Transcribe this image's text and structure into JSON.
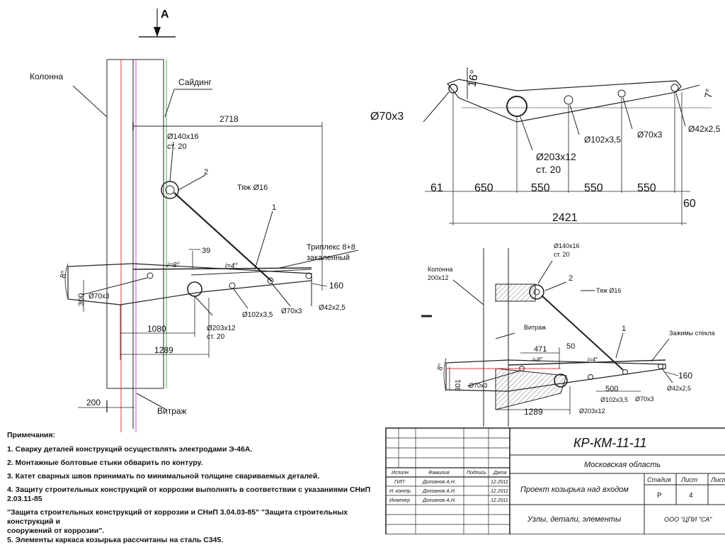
{
  "view_marker": "А",
  "left_view": {
    "column": "Колонна",
    "siding": "Сайдинг",
    "stained_glass": "Витраж",
    "overall": "2718",
    "pipe_top": "Ø140x16",
    "pipe_top_steel": "ст. 20",
    "pos2": "2",
    "rod": "Тяж Ø16",
    "pos1": "1",
    "glass": "Триплекс 8+8",
    "glass2": "закаленный",
    "slope1": "i=8°",
    "slope2": "i=4°",
    "d39": "39",
    "angle8": "8°",
    "d160": "160",
    "d300": "300",
    "p70": "Ø70x3",
    "p102": "Ø102x3,5",
    "p70b": "Ø70x3",
    "p42": "Ø42x2,5",
    "p203": "Ø203x12",
    "p203_steel": "ст. 20",
    "d1080": "1080",
    "d1289": "1289",
    "d200": "200"
  },
  "top_view": {
    "p70": "Ø70x3",
    "angle16": "16°",
    "angle7": "7°",
    "p42": "Ø42x2,5",
    "p102": "Ø102x3,5",
    "p70b": "Ø70x3",
    "p203": "Ø203x12",
    "p203_steel": "ст. 20",
    "d61": "61",
    "d650": "650",
    "d550a": "550",
    "d550b": "550",
    "d550c": "550",
    "d60": "60",
    "total": "2421"
  },
  "view_a": {
    "column": "Колонна",
    "column_size": "200x12",
    "pipe_top": "Ø140x16",
    "pipe_top_steel": "ст. 20",
    "pos2": "2",
    "rod": "Тяж Ø16",
    "stained_glass": "Витраж",
    "pos1": "1",
    "clamps": "Зажимы стекла",
    "d471": "471",
    "d50": "50",
    "slope1": "i=8°",
    "slope2": "i=4°",
    "angle8": "8°",
    "d160": "160",
    "d301": "301",
    "p70": "Ø70x3",
    "d500": "500",
    "p102": "Ø102x3,5",
    "p70b": "Ø70x3",
    "p42": "Ø42x2,5",
    "d1289": "1289",
    "p203": "Ø203x12"
  },
  "notes": {
    "title": "Примечания:",
    "n1": "1. Сварку деталей конструкций осуществлять электродами Э-46А.",
    "n2": "2. Монтажные болтовые стыки обварить по контуру.",
    "n3": "3. Катет сварных швов принимать по минимальной толщине свариваемых деталей.",
    "n4": "4. Защиту строительных конструкций от коррозии выполнять в соответствии с указаниями СНиП 2.03.11-85",
    "n4b": "\"Защита строительных конструкций от коррозии и СНиП 3.04.03-85\" \"Защита строительных конструкций и",
    "n4c": "сооружений от коррозии\".",
    "n5": "5. Элементы каркаса козырька рассчитаны на сталь С345."
  },
  "title_block": {
    "code": "КР-КМ-11-11",
    "region": "Московская область",
    "h_role": "Исполн.",
    "h_name": "Фамилия",
    "h_sign": "Подпись",
    "h_date": "Дата",
    "r1_role": "ГИП",
    "r1_name": "Долганов А.Н.",
    "r1_date": "12.2011",
    "r2_role": "Н. контр.",
    "r2_name": "Долганов А.Н.",
    "r2_date": "12.2011",
    "r3_role": "Инженер",
    "r3_name": "Долганов А.Н.",
    "r3_date": "12.2011",
    "project": "Проект козырька над входом",
    "section": "Узлы, детали, элементы",
    "stage_h": "Стадия",
    "sheet_h": "Лист",
    "sheets_h": "Лист",
    "stage": "Р",
    "sheet": "4",
    "org": "ООО \"ЦПИ \"СА\""
  }
}
